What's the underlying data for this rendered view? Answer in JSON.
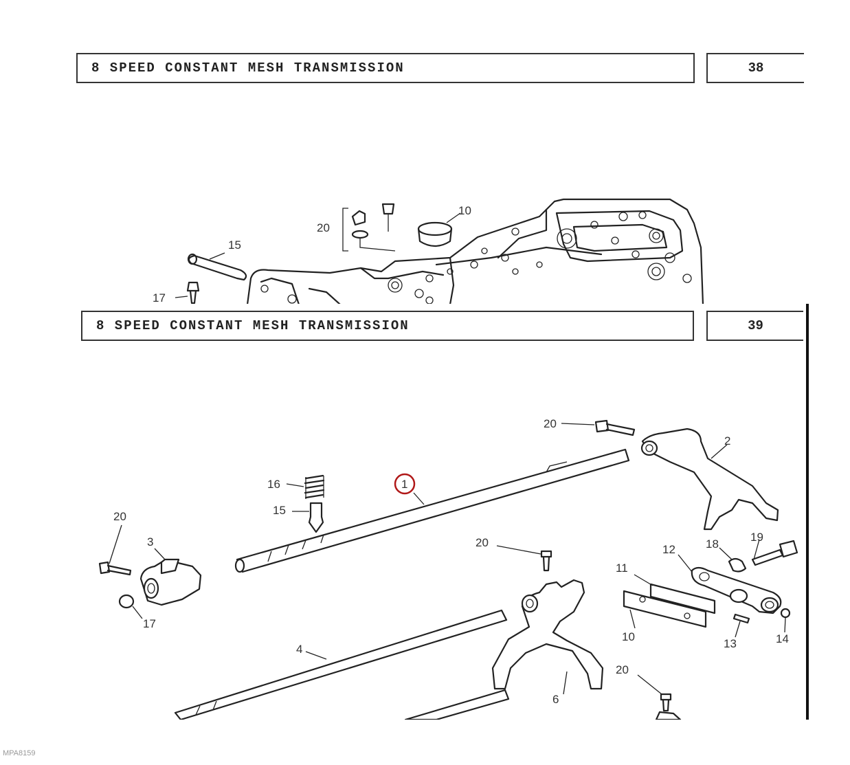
{
  "sheets": [
    {
      "title": "8 SPEED CONSTANT MESH TRANSMISSION",
      "page": "38",
      "callouts": [
        "20",
        "10",
        "15",
        "17"
      ]
    },
    {
      "title": "8 SPEED CONSTANT MESH TRANSMISSION",
      "page": "39",
      "callouts": [
        "20",
        "2",
        "1",
        "16",
        "15",
        "20",
        "3",
        "17",
        "20",
        "18",
        "19",
        "12",
        "11",
        "10",
        "13",
        "14",
        "4",
        "6",
        "20"
      ]
    }
  ],
  "highlight": {
    "label": "1",
    "color": "#b01818"
  },
  "footer": {
    "code": "MPA8159"
  }
}
